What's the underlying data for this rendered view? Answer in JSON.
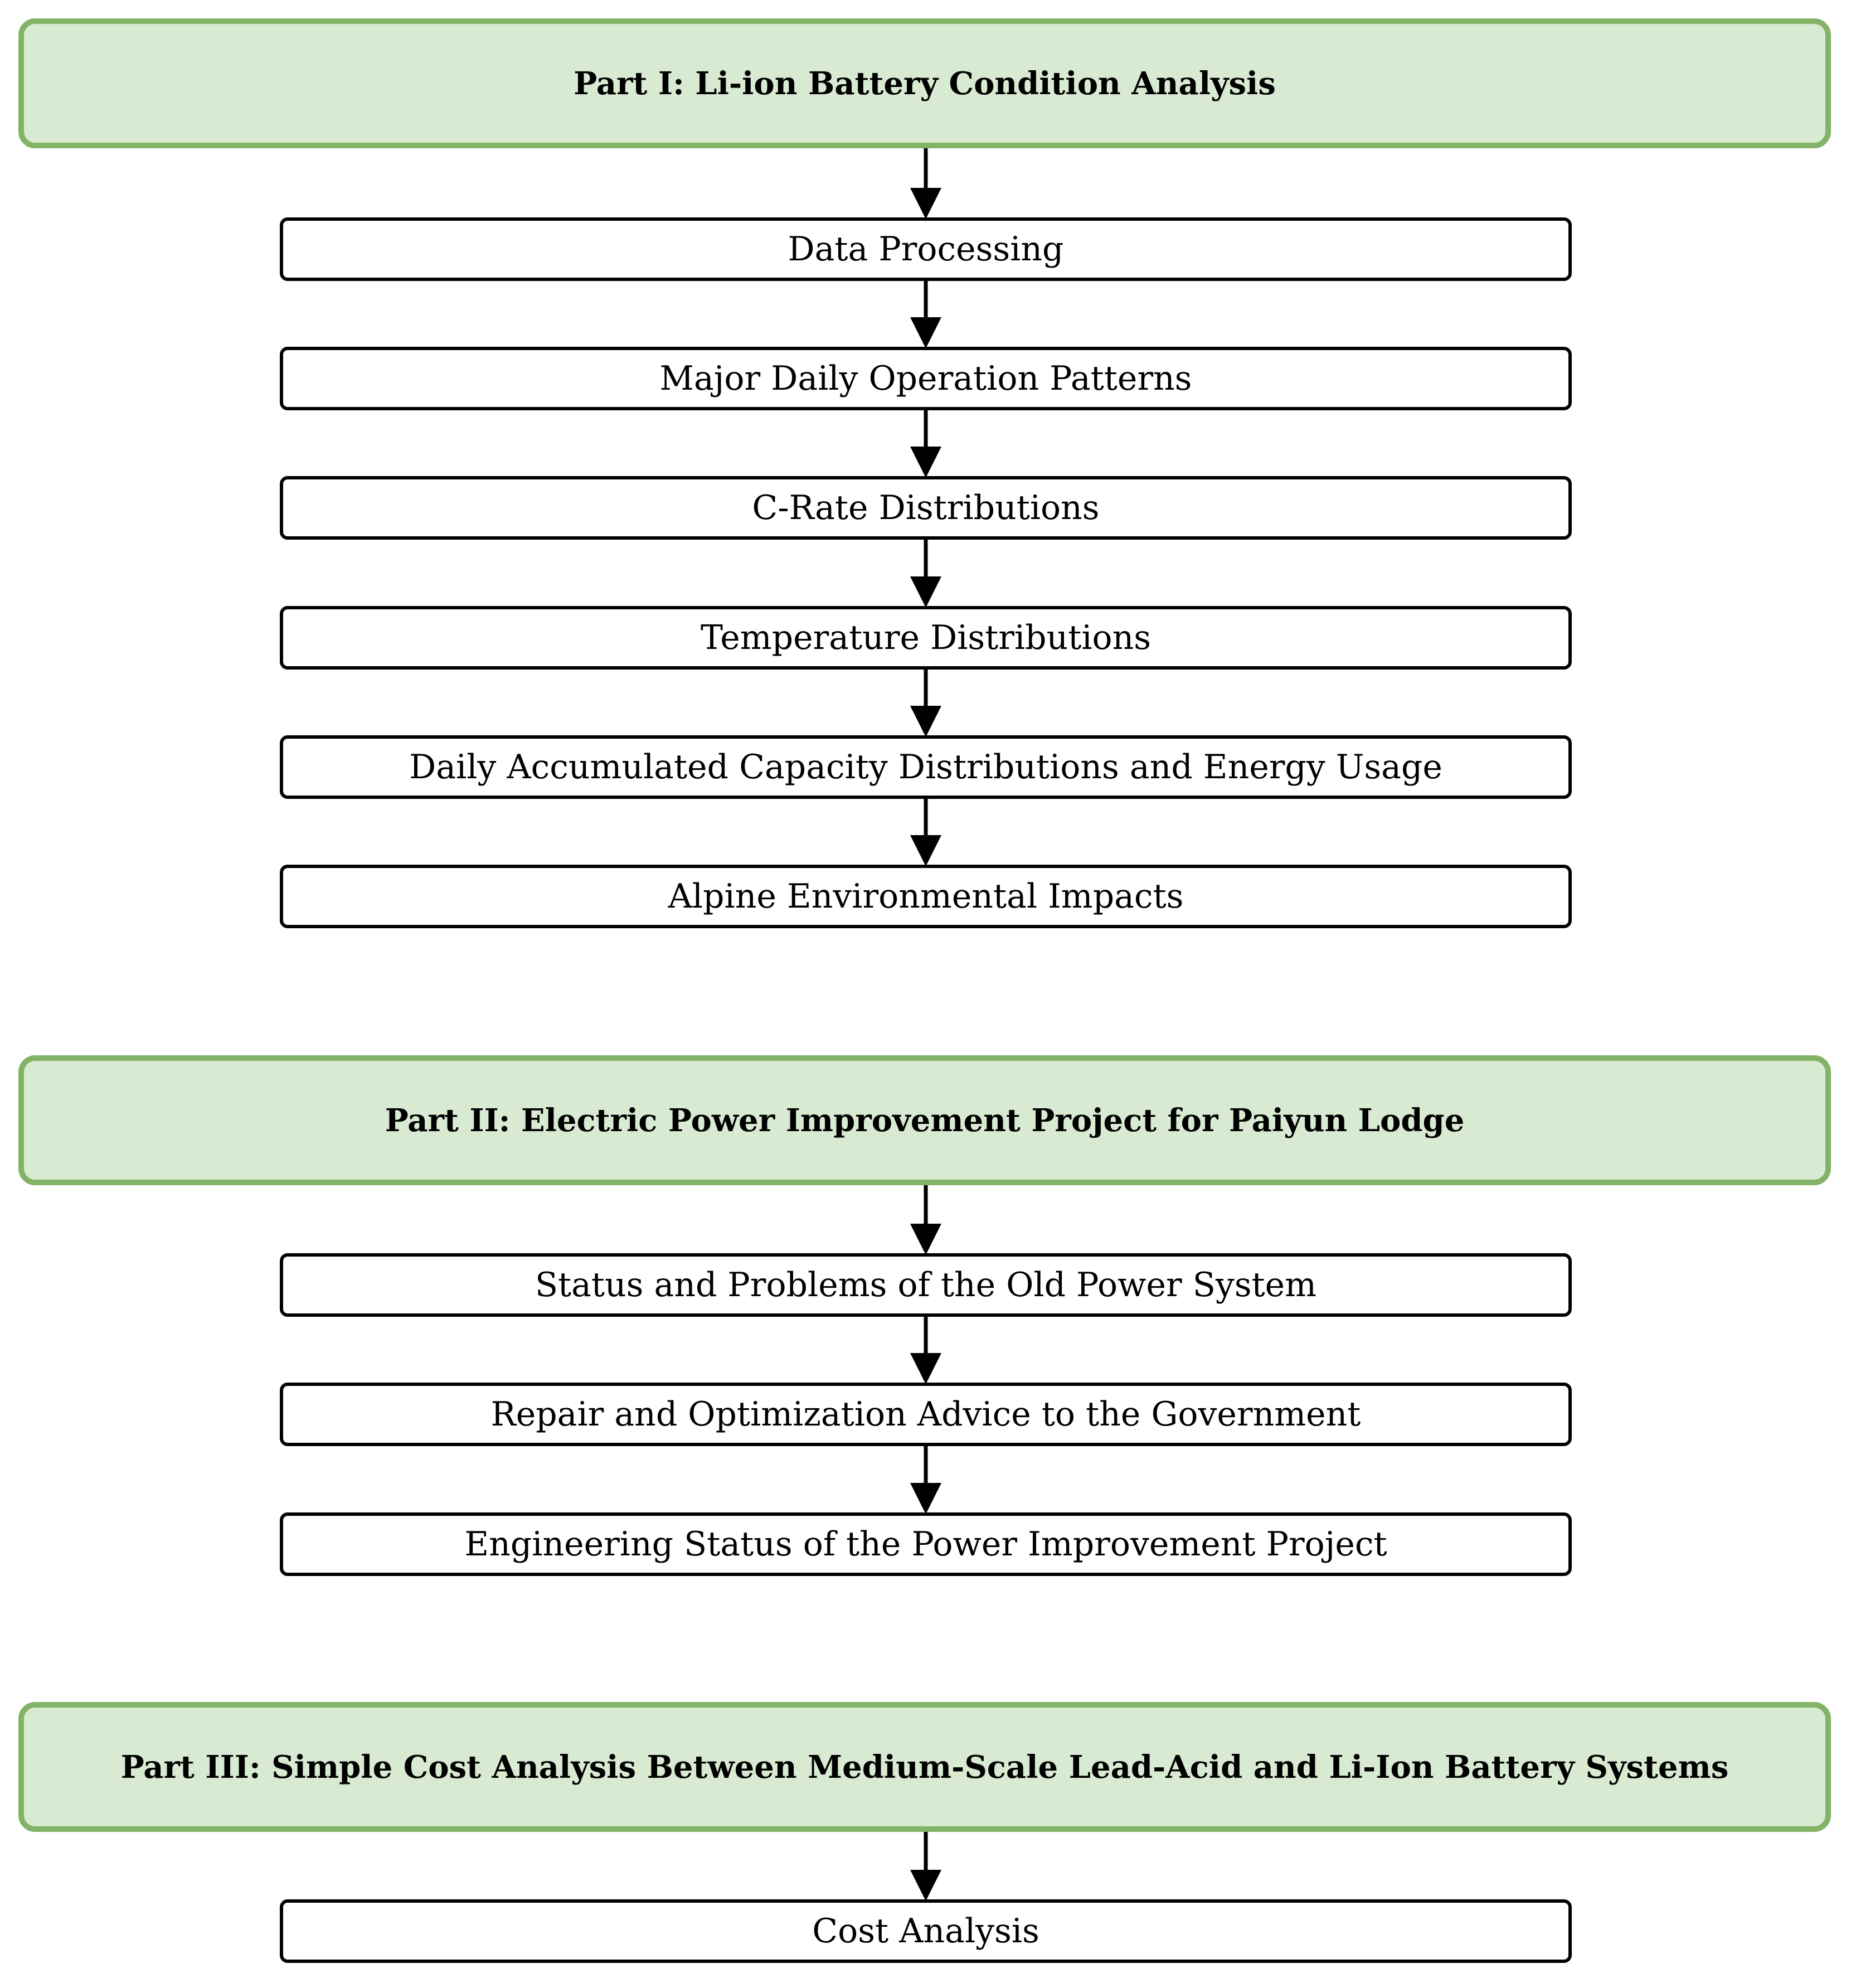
{
  "parts": [
    {
      "title": "Part I: Li-ion Battery Condition Analysis",
      "steps": [
        "Data Processing",
        "Major Daily Operation Patterns",
        "C-Rate Distributions",
        "Temperature Distributions",
        "Daily Accumulated Capacity Distributions and Energy Usage",
        "Alpine Environmental Impacts"
      ]
    },
    {
      "title": "Part II: Electric Power Improvement Project for Paiyun Lodge",
      "steps": [
        "Status and Problems of the Old Power System",
        "Repair and Optimization Advice to the Government",
        "Engineering Status of the Power Improvement Project"
      ]
    },
    {
      "title": "Part III: Simple Cost Analysis Between Medium-Scale Lead-Acid and Li-Ion Battery Systems",
      "steps": [
        "Cost Analysis"
      ]
    }
  ],
  "colors": {
    "part_fill": "#d9ead3",
    "part_border": "#82b366",
    "step_border": "#000000",
    "arrow": "#000000"
  }
}
